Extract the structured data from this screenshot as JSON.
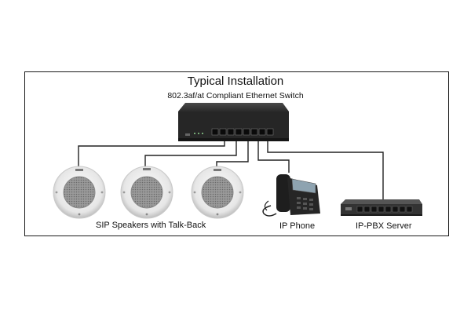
{
  "diagram": {
    "title": "Typical Installation",
    "subtitle": "802.3af/at Compliant Ethernet Switch",
    "labels": {
      "speakers": "SIP Speakers with Talk-Back",
      "phone": "IP Phone",
      "pbx": "IP-PBX Server"
    },
    "colors": {
      "frame": "#1a1a1a",
      "cable": "#222222",
      "switch_body": "#2b2b2b",
      "speaker_body": "#e8e8e8",
      "phone_body": "#1e1e1e",
      "pbx_body": "#3a3a3a"
    },
    "icons": {
      "switch": "ethernet-switch-icon",
      "speaker": "ceiling-speaker-icon",
      "phone": "ip-phone-icon",
      "pbx": "ip-pbx-server-icon"
    }
  }
}
